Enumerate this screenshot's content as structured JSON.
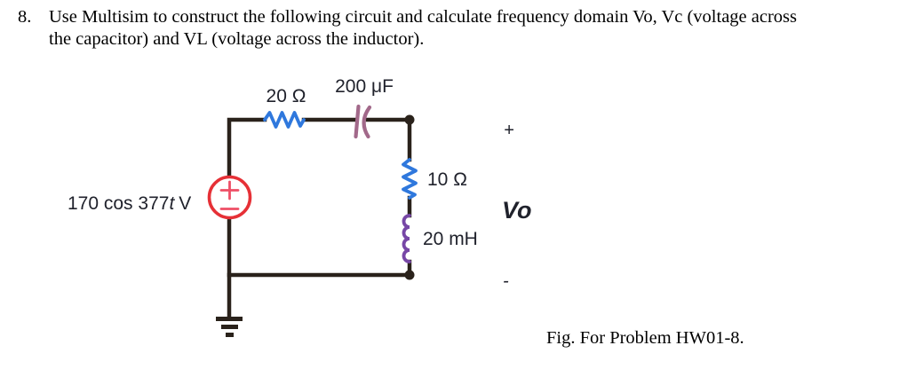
{
  "problem": {
    "number": "8.",
    "line1": "Use Multisim to construct the following circuit and calculate frequency domain Vo, Vc (voltage across",
    "line2": "the capacitor) and VL (voltage across the inductor)."
  },
  "circuit": {
    "source_label": {
      "prefix": "170 cos 377",
      "variable": "t",
      "suffix": "V"
    },
    "resistor_top_label": "20 Ω",
    "capacitor_label": "200 μF",
    "resistor_right_label": "10 Ω",
    "inductor_label": "20 mH",
    "output": {
      "plus": "+",
      "label": "Vo",
      "minus": "-"
    },
    "colors": {
      "wire": "#2a221b",
      "resistor": "#2f78dd",
      "inductor": "#7747a6",
      "capacitor": "#a2698a",
      "source": "#e63036",
      "source_sign": "#ee4f66",
      "label_text": "#20222c"
    }
  },
  "caption": "Fig. For Problem HW01-8."
}
